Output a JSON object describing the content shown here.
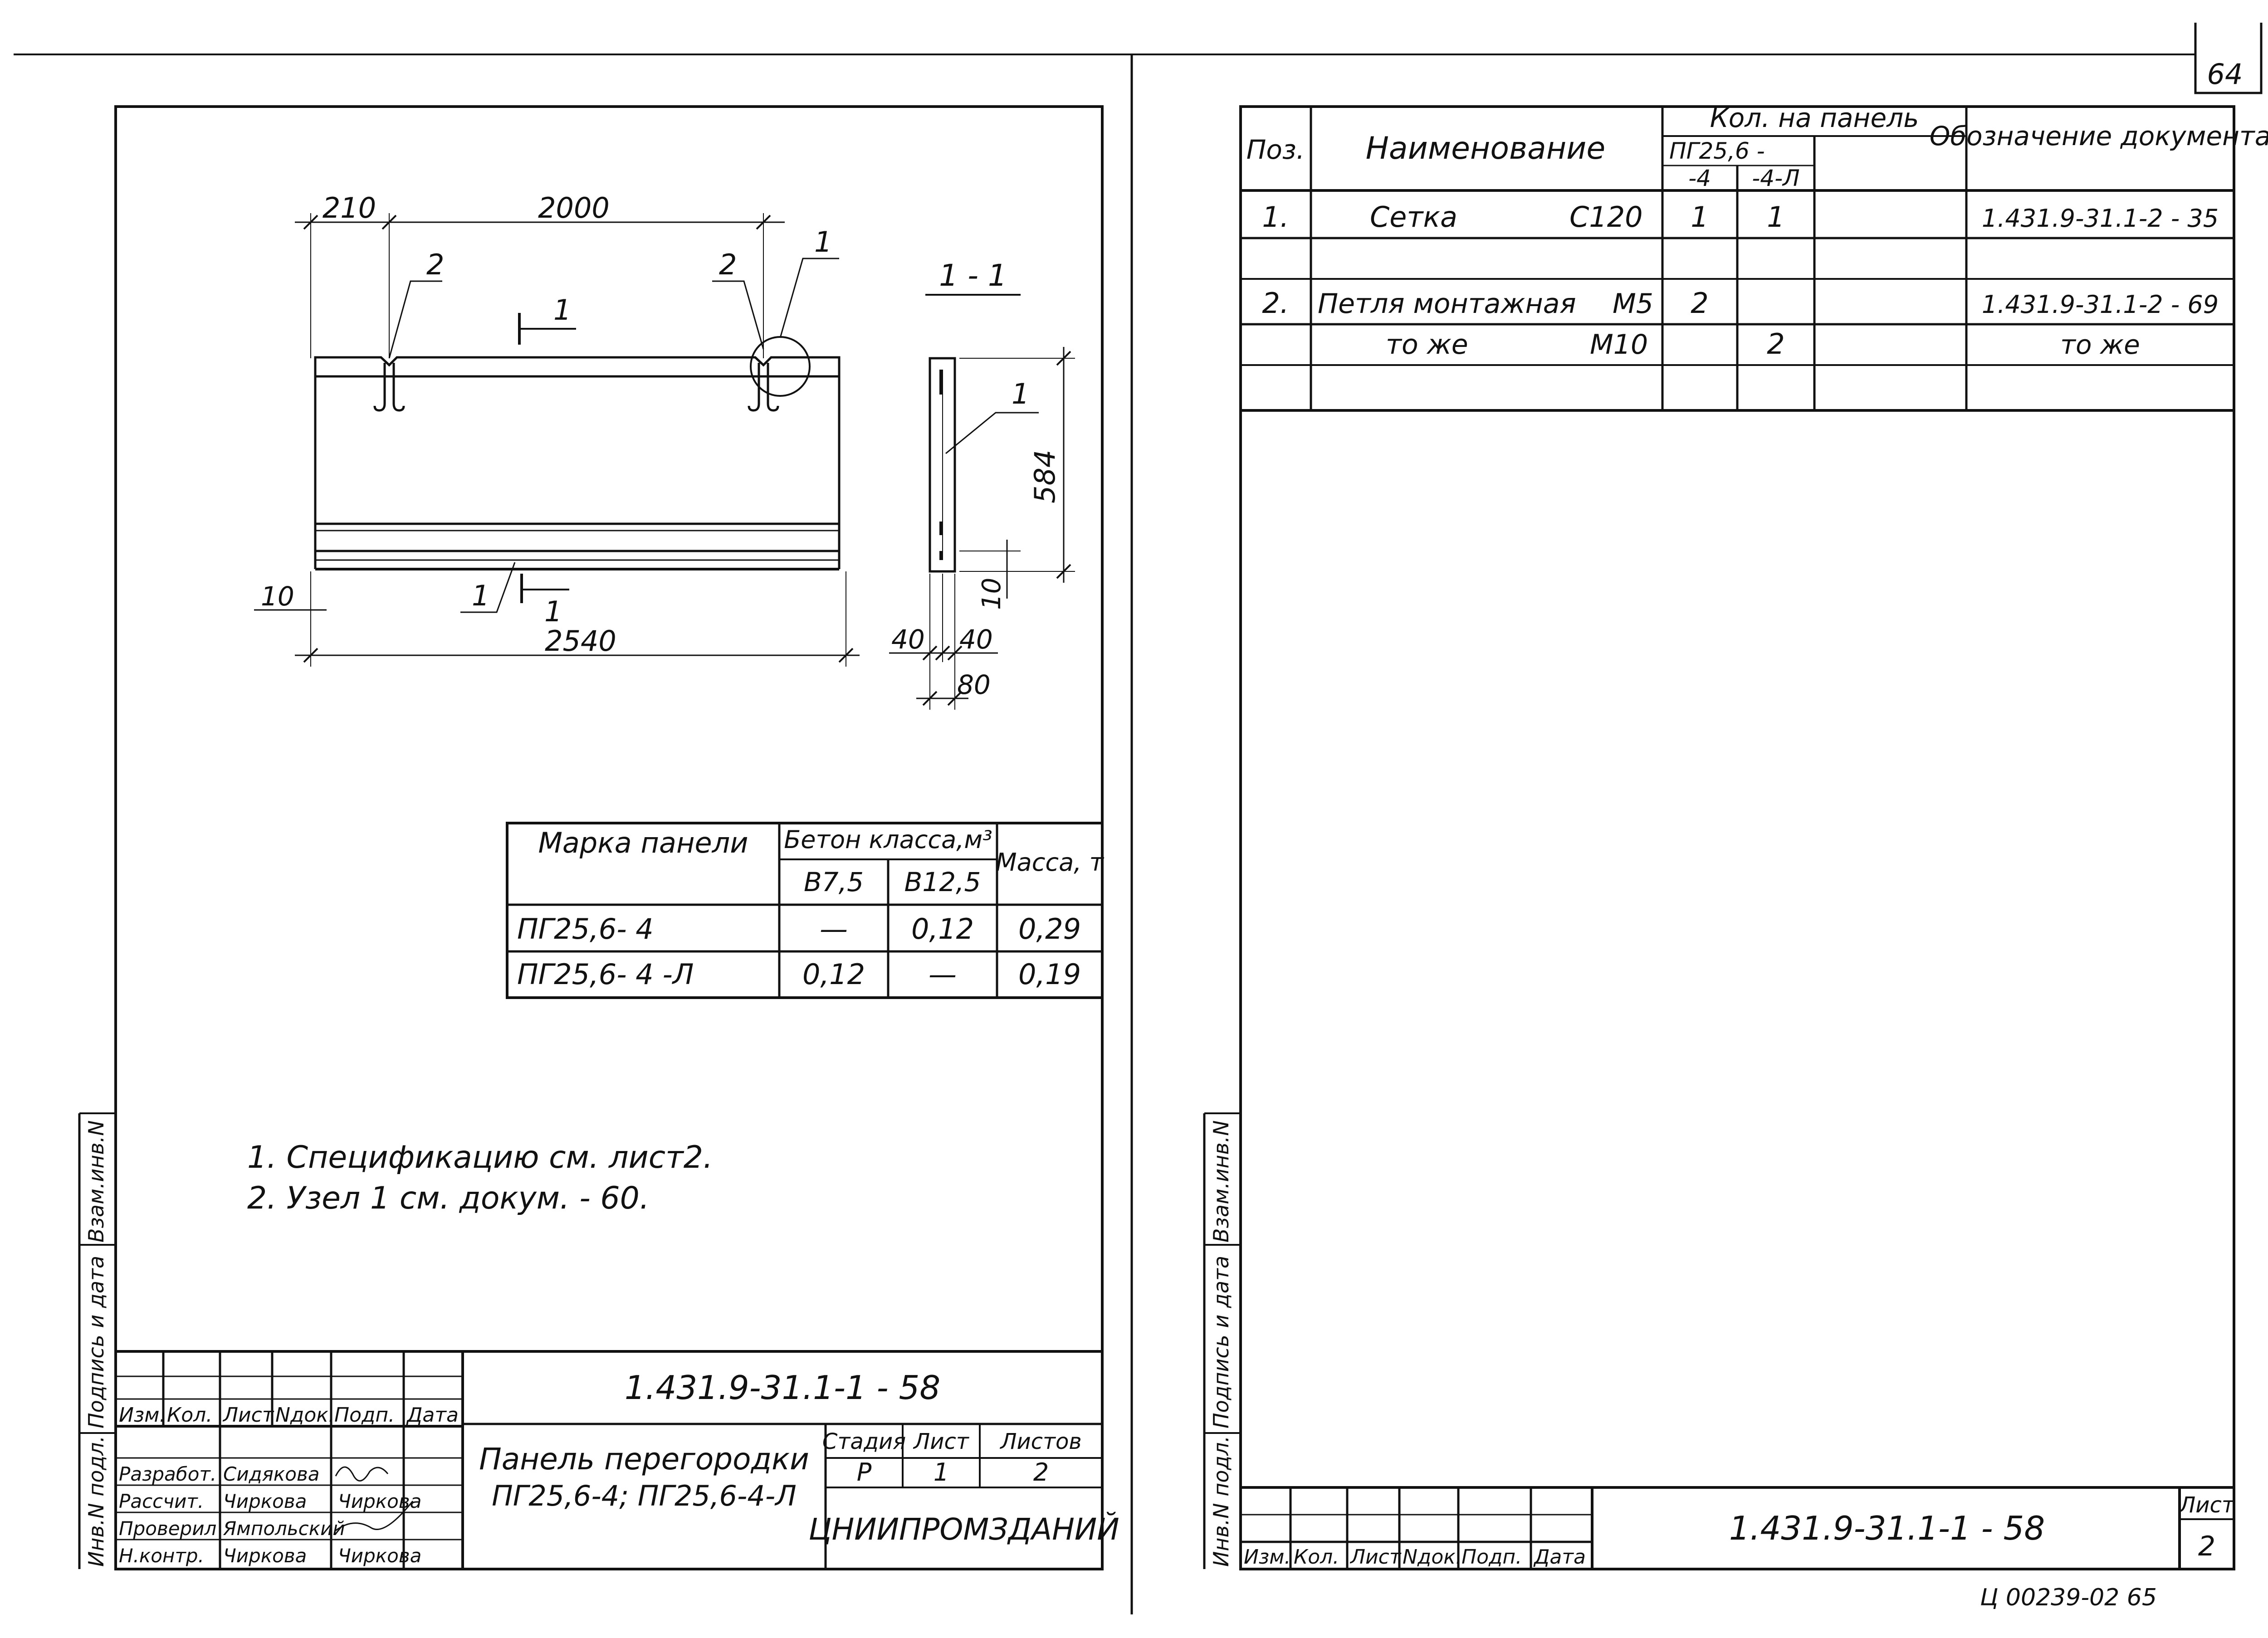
{
  "page_number": "64",
  "sheet1": {
    "drawing": {
      "dim_top_left": "210",
      "dim_top_main": "2000",
      "dim_bottom": "2540",
      "dim_left_10": "10",
      "pos_2_left": "2",
      "pos_2_right": "2",
      "pos_1_top": "1",
      "pos_1_bottom": "1",
      "section_mark_top": "1",
      "section_mark_bottom": "1",
      "section_title": "1 - 1",
      "sec_pos_1": "1",
      "sec_dim_height": "584",
      "sec_dim_10": "10",
      "sec_dim_40_left": "40",
      "sec_dim_40_right": "40",
      "sec_dim_80": "80"
    },
    "panel_table": {
      "h_mark": "Марка панели",
      "h_concrete": "Бетон класса,м³",
      "h_b75": "В7,5",
      "h_b125": "В12,5",
      "h_mass": "Масса, т",
      "rows": [
        {
          "mark": "ПГ25,6- 4",
          "b75": "—",
          "b125": "0,12",
          "mass": "0,29"
        },
        {
          "mark": "ПГ25,6- 4 -Л",
          "b75": "0,12",
          "b125": "—",
          "mass": "0,19"
        }
      ]
    },
    "notes": [
      "1. Спецификацию см. лист2.",
      "2. Узел 1 см. докум. - 60."
    ],
    "side_stamp": [
      "Инв.N подл.",
      "Подпись и дата",
      "Взам.инв.N"
    ],
    "title_block": {
      "code": "1.431.9-31.1-1 - 58",
      "cols": [
        "Изм.",
        "Кол.",
        "Лист",
        "Nдок.",
        "Подп.",
        "Дата"
      ],
      "people": [
        {
          "role": "Разработ.",
          "name": "Сидякова"
        },
        {
          "role": "Рассчит.",
          "name": "Чиркова"
        },
        {
          "role": "Проверил",
          "name": "Ямпольский"
        },
        {
          "role": "Н.контр.",
          "name": "Чиркова"
        }
      ],
      "signatures": [
        "Чиркова",
        "Чиркова"
      ],
      "title_line1": "Панель перегородки",
      "title_line2": "ПГ25,6-4; ПГ25,6-4-Л",
      "stage_label": "Стадия",
      "sheet_label": "Лист",
      "sheets_label": "Листов",
      "stage": "Р",
      "sheet": "1",
      "sheets": "2",
      "org": "ЦНИИПРОМЗДАНИЙ"
    }
  },
  "sheet2": {
    "spec_table": {
      "h_pos": "Поз.",
      "h_name": "Наименование",
      "h_qty": "Кол. на панель",
      "h_pg": "ПГ25,6 -",
      "h_4": "-4",
      "h_4l": "-4-Л",
      "h_doc": "Обозначение документа",
      "rows": [
        {
          "pos": "1.",
          "name": "Сетка",
          "mark": "С120",
          "q1": "1",
          "q2": "1",
          "doc": "1.431.9-31.1-2 - 35"
        },
        {
          "pos": "",
          "name": "",
          "mark": "",
          "q1": "",
          "q2": "",
          "doc": ""
        },
        {
          "pos": "2.",
          "name": "Петля монтажная",
          "mark": "М5",
          "q1": "2",
          "q2": "",
          "doc": "1.431.9-31.1-2 - 69"
        },
        {
          "pos": "",
          "name": "то же",
          "mark": "М10",
          "q1": "",
          "q2": "2",
          "doc": "то же"
        },
        {
          "pos": "",
          "name": "",
          "mark": "",
          "q1": "",
          "q2": "",
          "doc": ""
        }
      ]
    },
    "side_stamp": [
      "Инв.N подл.",
      "Подпись и дата",
      "Взам.инв.N"
    ],
    "title_block": {
      "cols": [
        "Изм.",
        "Кол.",
        "Лист",
        "Nдок.",
        "Подп.",
        "Дата"
      ],
      "code": "1.431.9-31.1-1 - 58",
      "sheet_label": "Лист",
      "sheet": "2"
    },
    "archive_number": "Ц 00239-02 65"
  }
}
